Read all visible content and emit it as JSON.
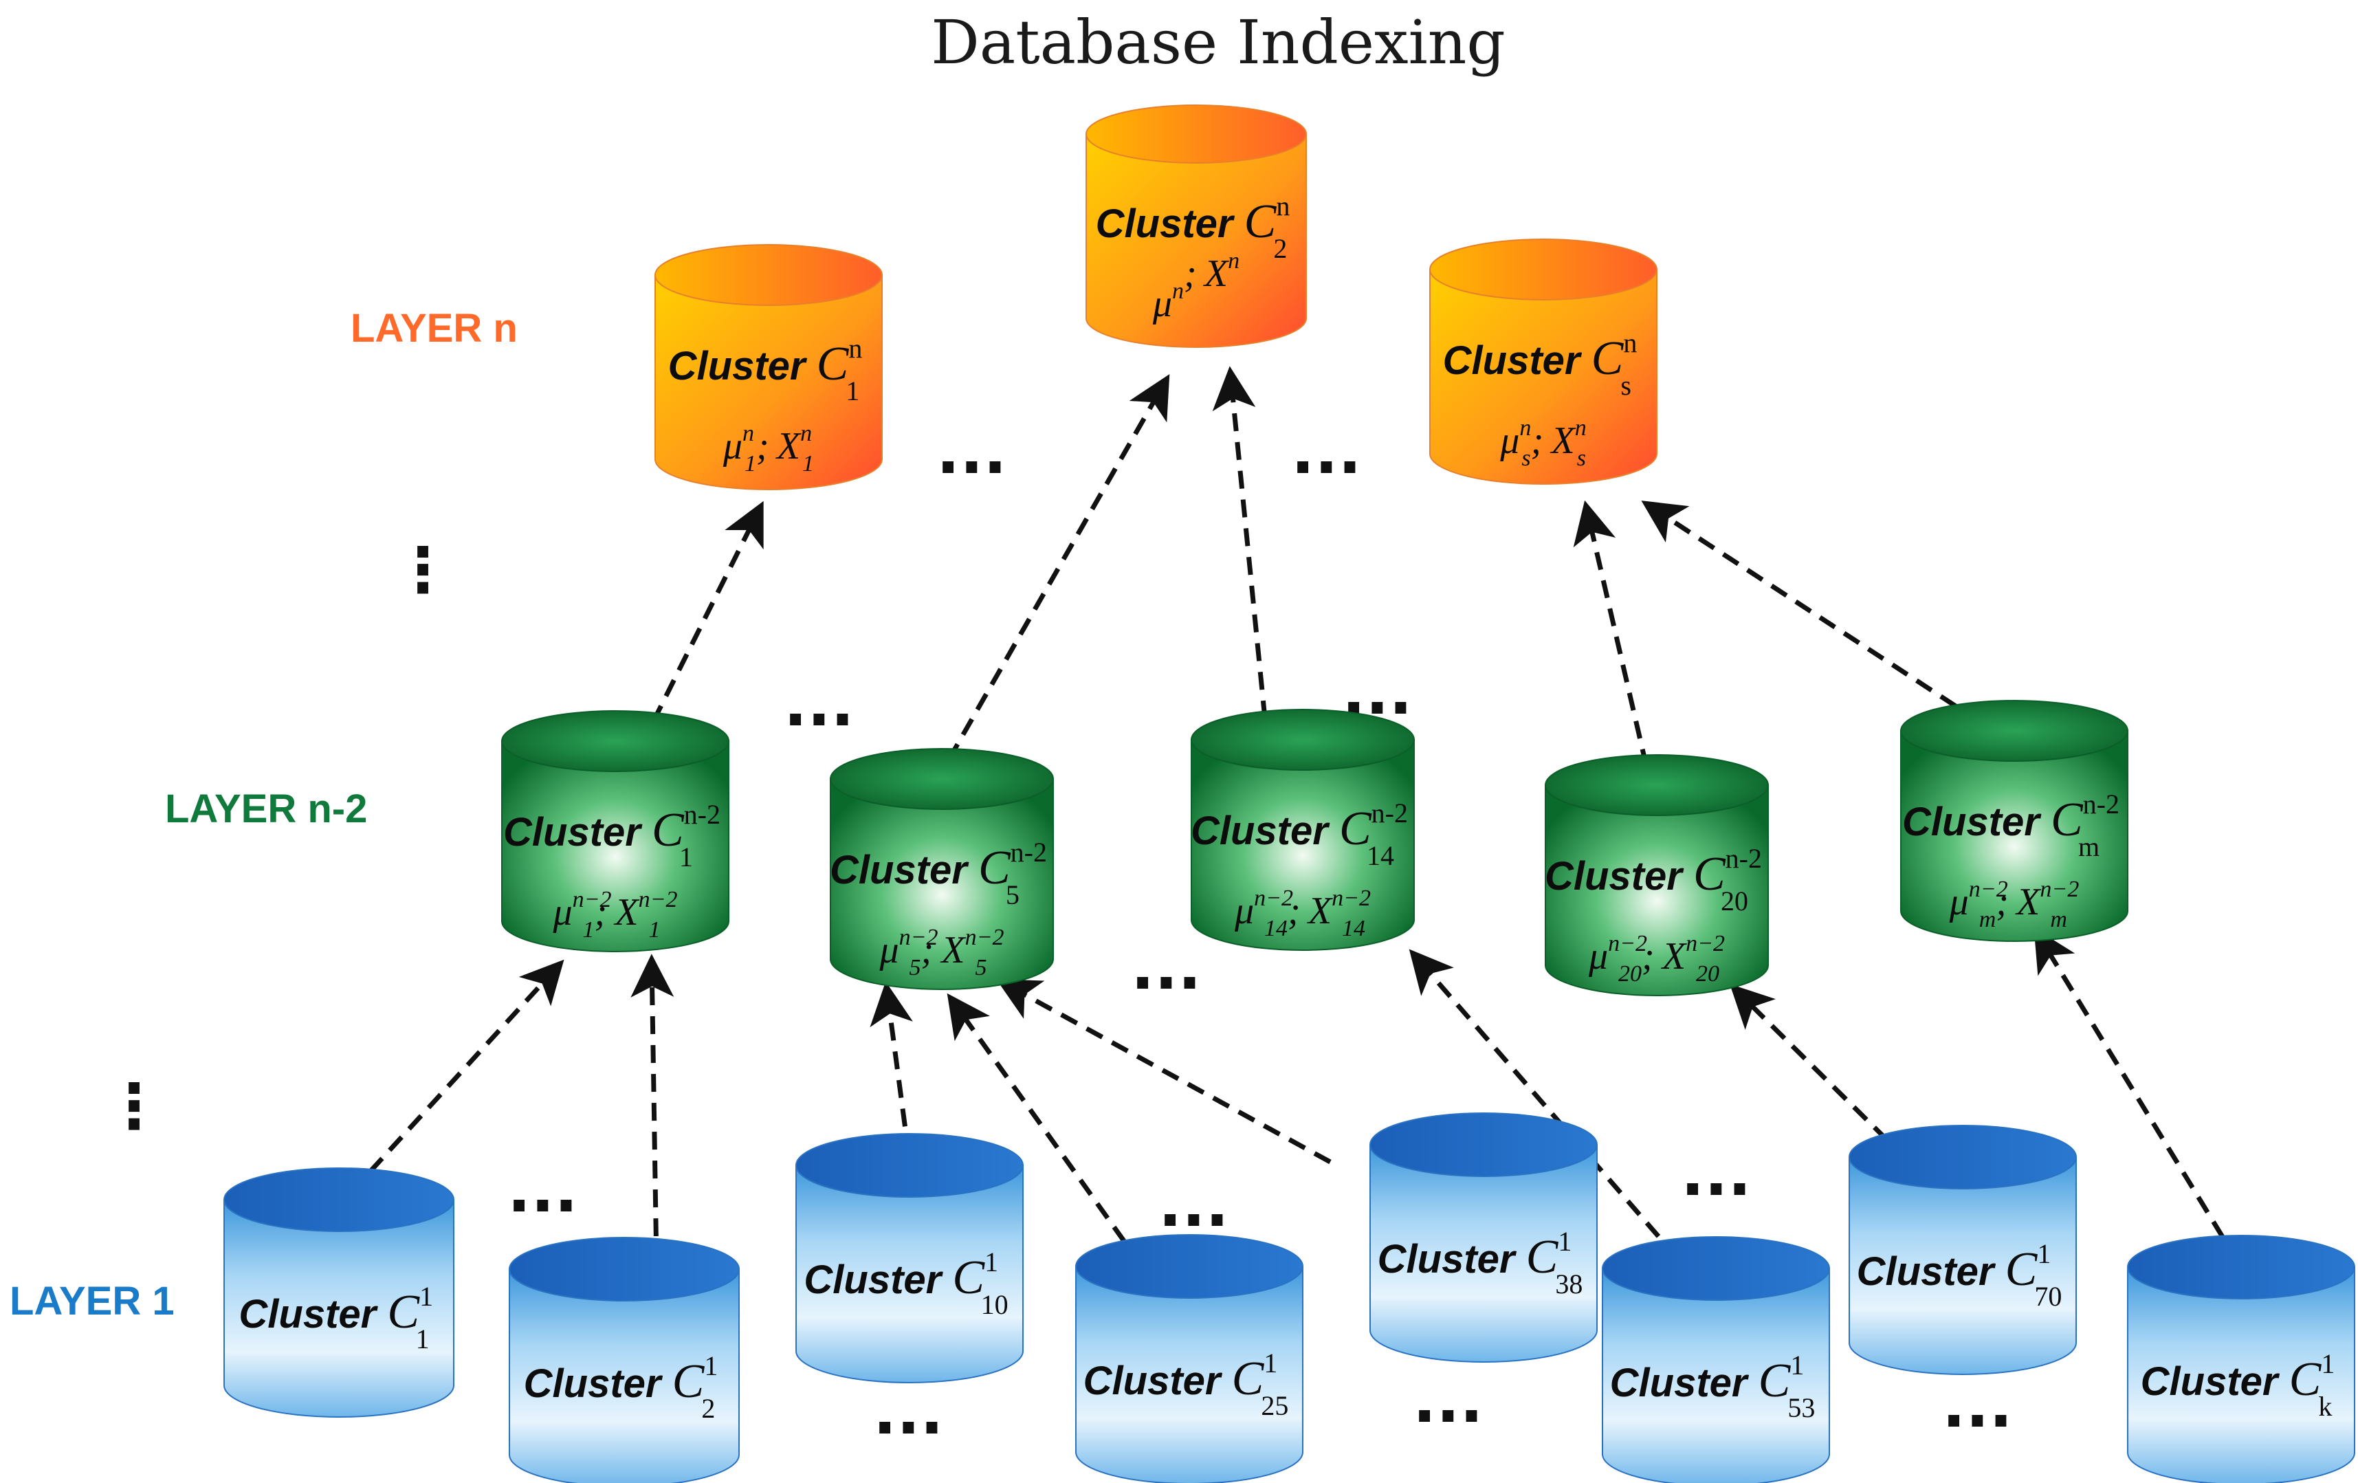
{
  "title": "Database Indexing",
  "layers": {
    "n": {
      "label": "LAYER n",
      "color": "#ff6a2a"
    },
    "n_2": {
      "label": "LAYER n-2",
      "color": "#0f7a3c"
    },
    "one": {
      "label": "LAYER 1",
      "color": "#1a7cc8"
    }
  },
  "cluster_word": "Cluster",
  "cluster_symbol": "C",
  "ellipsis": "...",
  "vertical_ellipsis": "⋮",
  "nodes": [
    {
      "id": "n1",
      "tier": "orange",
      "sup": "n",
      "sub": "1",
      "stat": {
        "mu_sup": "n",
        "mu_sub": "1",
        "x_sup": "n",
        "x_sub": "1"
      }
    },
    {
      "id": "n2",
      "tier": "orange",
      "sup": "n",
      "sub": "2",
      "stat": {
        "mu_sup": "n",
        "mu_sub": "",
        "x_sup": "n",
        "x_sub": ""
      }
    },
    {
      "id": "ns",
      "tier": "orange",
      "sup": "n",
      "sub": "s",
      "stat": {
        "mu_sup": "n",
        "mu_sub": "s",
        "x_sup": "n",
        "x_sub": "s"
      }
    },
    {
      "id": "g1",
      "tier": "green",
      "sup": "n-2",
      "sub": "1",
      "stat": {
        "mu_sup": "n−2",
        "mu_sub": "1",
        "x_sup": "n−2",
        "x_sub": "1"
      }
    },
    {
      "id": "g5",
      "tier": "green",
      "sup": "n-2",
      "sub": "5",
      "stat": {
        "mu_sup": "n−2",
        "mu_sub": "5",
        "x_sup": "n−2",
        "x_sub": "5"
      }
    },
    {
      "id": "g14",
      "tier": "green",
      "sup": "n-2",
      "sub": "14",
      "stat": {
        "mu_sup": "n−2",
        "mu_sub": "14",
        "x_sup": "n−2",
        "x_sub": "14"
      }
    },
    {
      "id": "g20",
      "tier": "green",
      "sup": "n-2",
      "sub": "20",
      "stat": {
        "mu_sup": "n−2",
        "mu_sub": "20",
        "x_sup": "n−2",
        "x_sub": "20"
      }
    },
    {
      "id": "gm",
      "tier": "green",
      "sup": "n-2",
      "sub": "m",
      "stat": {
        "mu_sup": "n−2",
        "mu_sub": "m",
        "x_sup": "n−2",
        "x_sub": "m"
      }
    },
    {
      "id": "b1",
      "tier": "blue",
      "sup": "1",
      "sub": "1"
    },
    {
      "id": "b2",
      "tier": "blue",
      "sup": "1",
      "sub": "2"
    },
    {
      "id": "b10",
      "tier": "blue",
      "sup": "1",
      "sub": "10"
    },
    {
      "id": "b25",
      "tier": "blue",
      "sup": "1",
      "sub": "25"
    },
    {
      "id": "b38",
      "tier": "blue",
      "sup": "1",
      "sub": "38"
    },
    {
      "id": "b53",
      "tier": "blue",
      "sup": "1",
      "sub": "53"
    },
    {
      "id": "b70",
      "tier": "blue",
      "sup": "1",
      "sub": "70"
    },
    {
      "id": "bk",
      "tier": "blue",
      "sup": "1",
      "sub": "k"
    }
  ],
  "edges": [
    [
      "g1",
      "n1"
    ],
    [
      "g5",
      "n2"
    ],
    [
      "g14",
      "n2"
    ],
    [
      "g20",
      "ns"
    ],
    [
      "gm",
      "ns"
    ],
    [
      "b1",
      "g1"
    ],
    [
      "b2",
      "g1"
    ],
    [
      "b10",
      "g5"
    ],
    [
      "b25",
      "g5"
    ],
    [
      "b38",
      "g5"
    ],
    [
      "b53",
      "g14"
    ],
    [
      "b70",
      "g20"
    ],
    [
      "bk",
      "gm"
    ]
  ],
  "colors": {
    "orange_top": "#ffc400",
    "orange_bottom": "#ff4d2e",
    "green_light": "#e8f7e8",
    "green_mid": "#1f9a4a",
    "green_dark": "#0b6a2e",
    "blue_light": "#e3f2fc",
    "blue_mid": "#3a9be0",
    "blue_dark": "#1462b8"
  }
}
